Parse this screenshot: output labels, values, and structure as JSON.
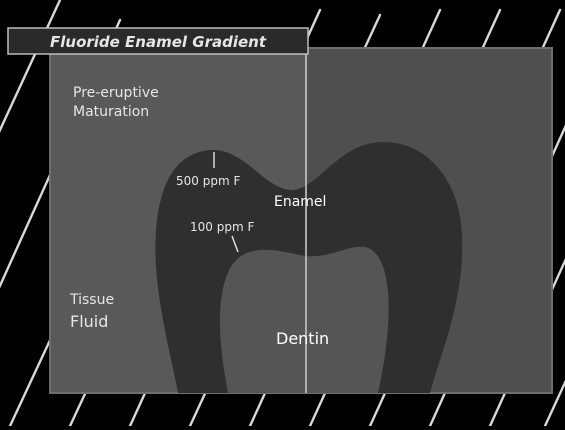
{
  "title": "Fluoride Enamel Gradient",
  "labels": {
    "maturation_line1": "Pre-eruptive",
    "maturation_line2": "Maturation",
    "ppm_outer": "500 ppm F",
    "ppm_inner": "100 ppm F",
    "enamel": "Enamel",
    "dentin": "Dentin",
    "tissue_fluid_line1": "Tissue",
    "tissue_fluid_line2": "Fluid"
  },
  "colors": {
    "background": "#000000",
    "stripes": "#d8d8d8",
    "panel_left": "#595959",
    "panel_right": "#4f4f4f",
    "enamel": "#2f2f2f",
    "dentin": "#555555",
    "title_bar": "#2a2a2a",
    "text": "#e6e6e6"
  }
}
